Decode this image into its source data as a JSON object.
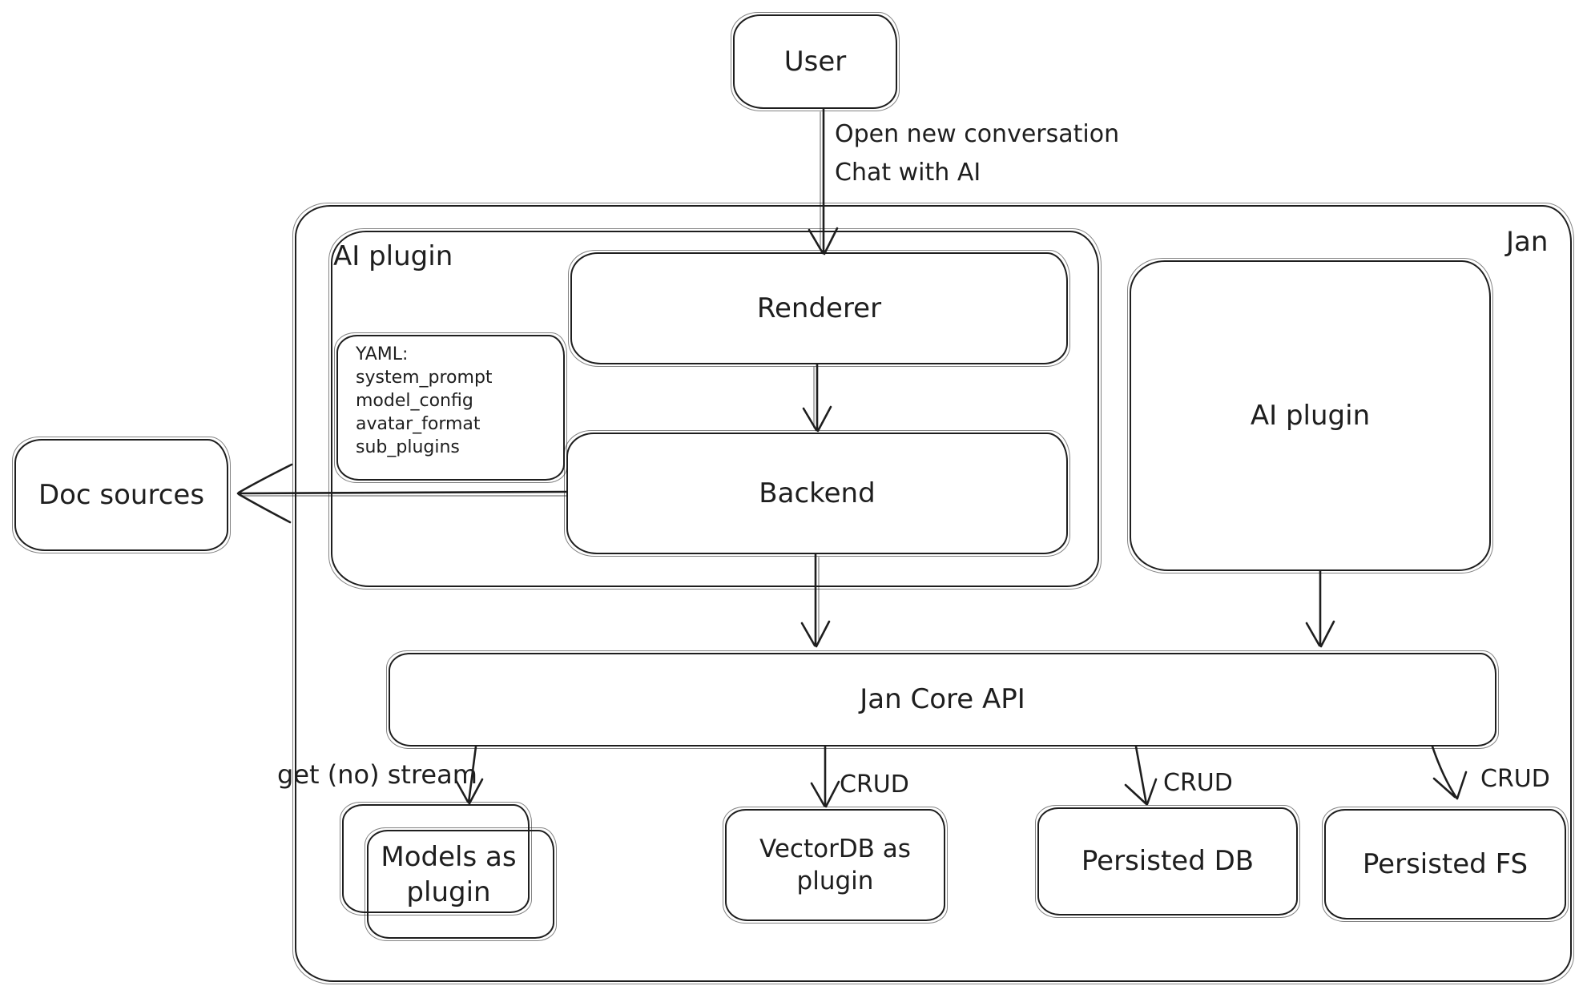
{
  "colors": {
    "stroke": "#1e1e1e",
    "background": "#ffffff"
  },
  "user_box": {
    "label": "User"
  },
  "flow_arrow": {
    "line1": "Open new conversation",
    "line2": "Chat with AI"
  },
  "jan": {
    "label": "Jan"
  },
  "ai_plugin_container": {
    "label": "AI plugin"
  },
  "renderer": {
    "label": "Renderer"
  },
  "yaml_note": {
    "lines": [
      "YAML:",
      "system_prompt",
      "model_config",
      "avatar_format",
      "sub_plugins"
    ]
  },
  "backend": {
    "label": "Backend"
  },
  "doc_sources": {
    "label": "Doc sources"
  },
  "ai_plugin_right": {
    "label": "AI plugin"
  },
  "jan_core_api": {
    "label": "Jan Core API"
  },
  "edge_labels": {
    "get_no_stream": "get (no) stream",
    "crud_vectordb": "CRUD",
    "crud_persisted_db": "CRUD",
    "crud_persisted_fs": "CRUD"
  },
  "models_plugin": {
    "line1": "Models as",
    "line2": "plugin"
  },
  "vectordb_plugin": {
    "line1": "VectorDB as",
    "line2": "plugin"
  },
  "persisted_db": {
    "label": "Persisted DB"
  },
  "persisted_fs": {
    "label": "Persisted FS"
  }
}
